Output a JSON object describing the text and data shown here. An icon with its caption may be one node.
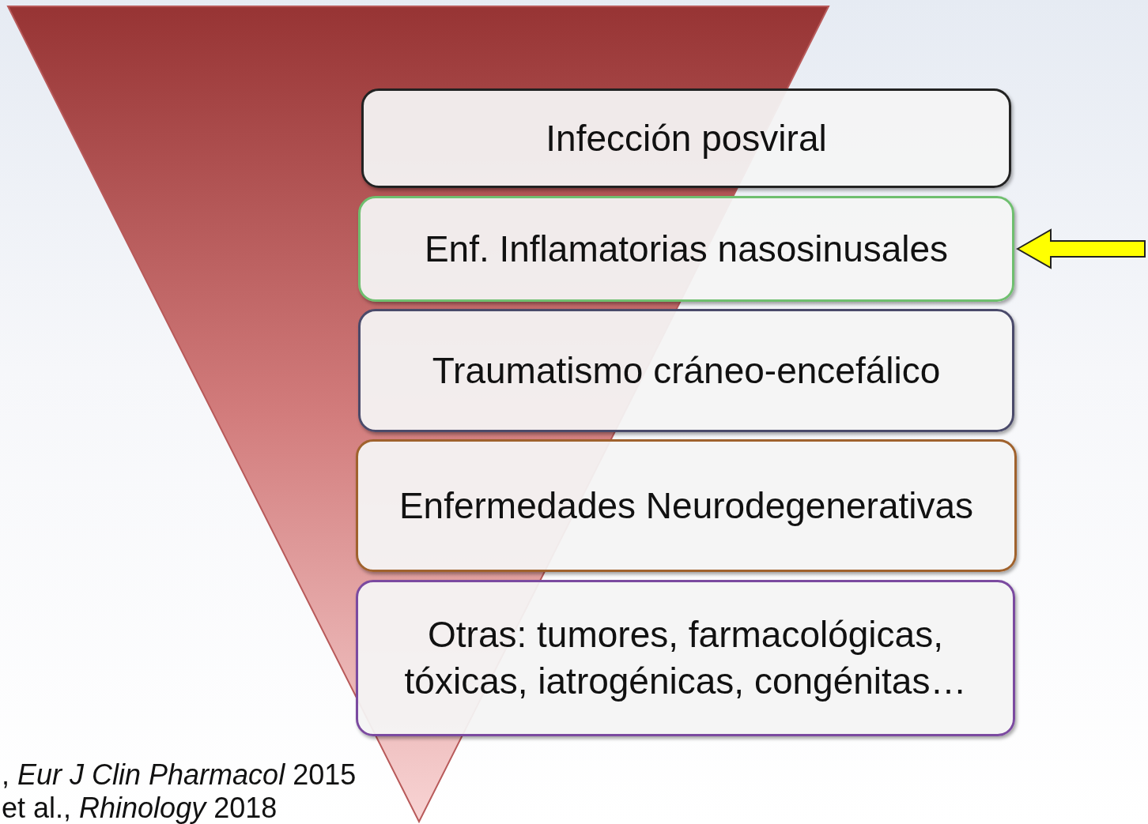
{
  "diagram": {
    "nodes": [
      {
        "text": [
          "Infección posviral"
        ]
      },
      {
        "text": [
          "Enf. Inflamatorias nasosinusales"
        ]
      },
      {
        "text": [
          "Traumatismo cráneo-encefálico"
        ]
      },
      {
        "text": [
          "Enfermedades Neurodegenerativas"
        ]
      },
      {
        "text": [
          "Otras: tumores, farmacológicas, tóxicas, iatrogénicas, congénitas…"
        ]
      }
    ],
    "edges": [
      {
        "from": null,
        "to": 1,
        "arrow": "to",
        "color": "#ffff00"
      }
    ],
    "labels": [
      ", *Eur J Clin Pharmacol* 2015",
      "et al., *Rhinology* 2018"
    ]
  }
}
